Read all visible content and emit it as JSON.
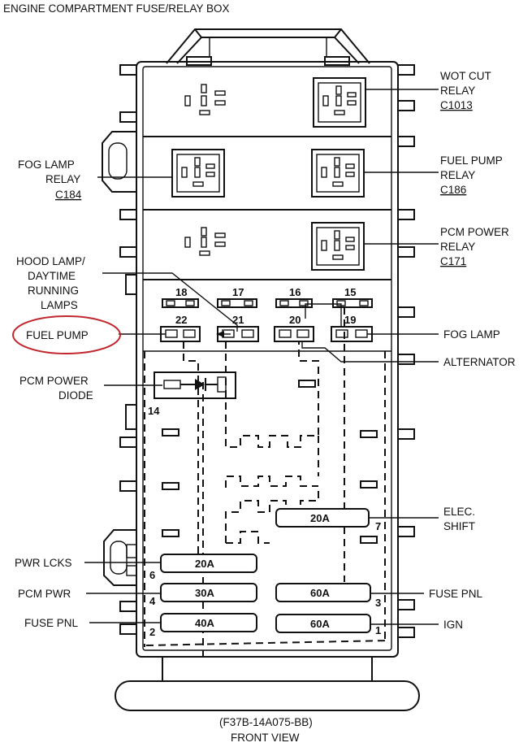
{
  "header": {
    "title": "ENGINE COMPARTMENT FUSE/RELAY BOX"
  },
  "relays": {
    "wot_cutout": {
      "line1": "WOT CUT",
      "line2": "RELAY",
      "code": "C1013"
    },
    "fog_lamp": {
      "line1": "FOG LAMP",
      "line2": "RELAY",
      "code": "C184"
    },
    "fuel_pump": {
      "line1": "FUEL PUMP",
      "line2": "RELAY",
      "code": "C186"
    },
    "pcm_power": {
      "line1": "PCM POWER",
      "line2": "RELAY",
      "code": "C171"
    }
  },
  "labels": {
    "hood_lamp": [
      "HOOD LAMP/",
      "DAYTIME",
      "RUNNING",
      "LAMPS"
    ],
    "fuel_pump": "FUEL PUMP",
    "fog_lamp": "FOG LAMP",
    "alternator": "ALTERNATOR",
    "pcm_power_diode": [
      "PCM POWER",
      "DIODE"
    ],
    "elec_shift": [
      "ELEC.",
      "SHIFT"
    ],
    "pwr_lcks": "PWR LCKS",
    "pcm_pwr": "PCM PWR",
    "fuse_pnl_left": "FUSE PNL",
    "fuse_pnl_right": "FUSE PNL",
    "ign": "IGN"
  },
  "mini_fuses": {
    "f18": "18",
    "f17": "17",
    "f16": "16",
    "f15": "15",
    "f22": "22",
    "f21": "21",
    "f20": "20",
    "f19": "19",
    "f14": "14"
  },
  "maxi_fuses": {
    "elec_shift": {
      "rating": "20A",
      "position": "7"
    },
    "pwr_lcks": {
      "rating": "20A",
      "position": "6"
    },
    "pcm_pwr": {
      "rating": "30A",
      "position": "4"
    },
    "fuse_pnl_left": {
      "rating": "40A",
      "position": "2"
    },
    "fuse_pnl_right": {
      "rating": "60A",
      "position": "3"
    },
    "ign": {
      "rating": "60A",
      "position": "1"
    }
  },
  "highlight": {
    "color": "#c0282d",
    "target": "FUEL PUMP"
  },
  "footer": {
    "part_number": "(F37B-14A075-BB)",
    "view": "FRONT VIEW"
  }
}
